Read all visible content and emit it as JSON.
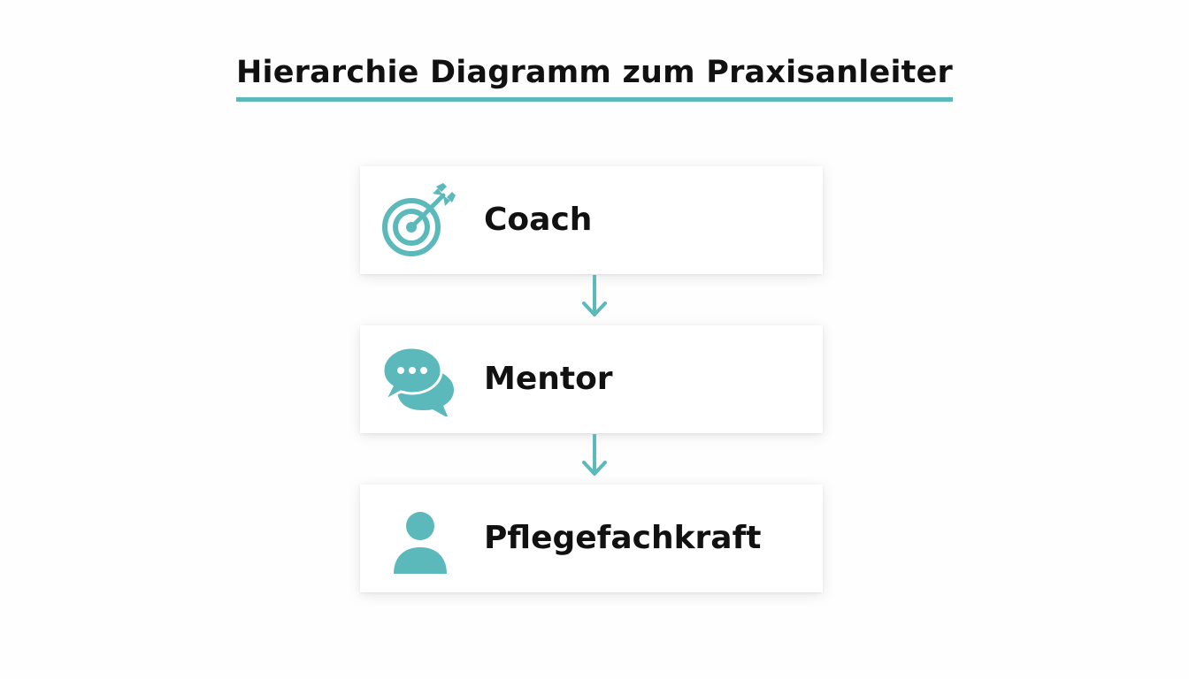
{
  "title": "Hierarchie Diagramm zum Praxisanleiter",
  "colors": {
    "accent": "#5bb8bb",
    "text": "#111111",
    "card_bg": "#ffffff"
  },
  "levels": [
    {
      "label": "Coach",
      "icon": "target-icon"
    },
    {
      "label": "Mentor",
      "icon": "chat-bubbles-icon"
    },
    {
      "label": "Pflegefachkraft",
      "icon": "person-icon"
    }
  ]
}
